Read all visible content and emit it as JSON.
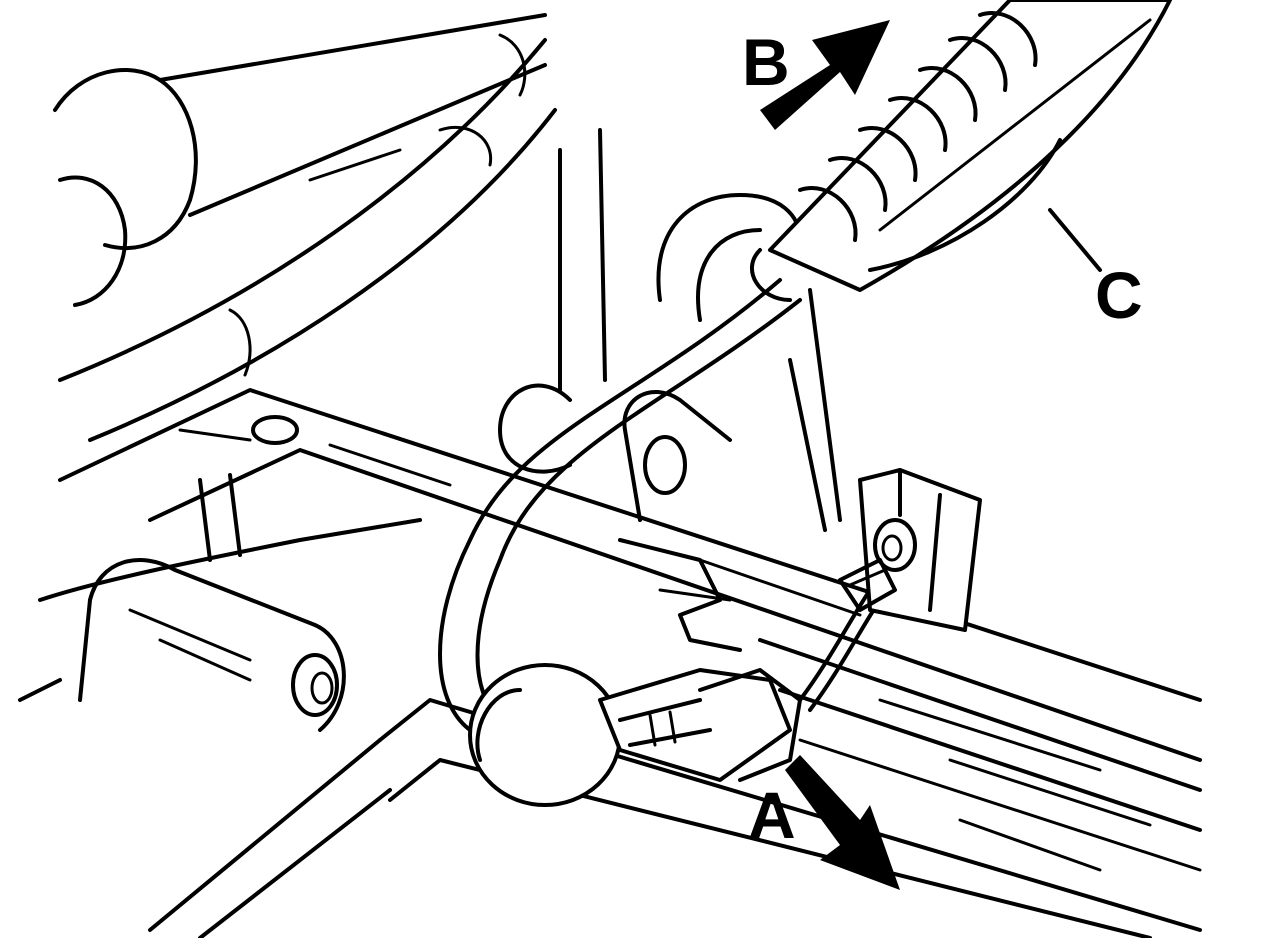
{
  "callouts": {
    "a": "A",
    "b": "B",
    "c": "C"
  },
  "colors": {
    "ink": "#000000",
    "paper": "#ffffff"
  },
  "icons": [
    "arrow-icon-a",
    "arrow-icon-b"
  ]
}
